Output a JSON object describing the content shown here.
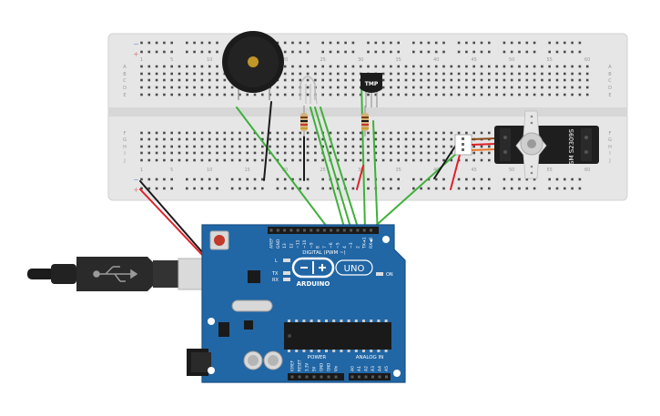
{
  "breadboard": {
    "column_labels": [
      "1",
      "5",
      "10",
      "15",
      "20",
      "25",
      "30",
      "35",
      "40",
      "45",
      "50",
      "55",
      "60"
    ],
    "row_labels_top": [
      "A",
      "B",
      "C",
      "D",
      "E"
    ],
    "row_labels_bottom": [
      "F",
      "G",
      "H",
      "I",
      "J"
    ],
    "rail_minus": "−",
    "rail_plus": "+"
  },
  "sensor": {
    "label": "TMP"
  },
  "servo": {
    "label": "SM S2309S"
  },
  "arduino": {
    "logo_text": "ARDUINO",
    "uno_text": "UNO",
    "digital_label": "DIGITAL (PWM ~)",
    "power_label": "POWER",
    "analog_label": "ANALOG IN",
    "on_label": "ON",
    "led_l": "L",
    "led_tx": "TX",
    "led_rx": "RX",
    "digital_pins": [
      "AREF",
      "GND",
      "13",
      "12",
      "~11",
      "~10",
      "~9",
      "8",
      "7",
      "~6",
      "~5",
      "4",
      "~3",
      "2",
      "TX➜1",
      "RX◀0"
    ],
    "power_pins": [
      "IOREF",
      "RESET",
      "3.3V",
      "5V",
      "GND",
      "GND",
      "Vin"
    ],
    "analog_pins": [
      "A0",
      "A1",
      "A2",
      "A3",
      "A4",
      "A5"
    ]
  },
  "colors": {
    "board_blue": "#2166a5",
    "breadboard": "#e6e6e6",
    "wire_green": "#3fb03a",
    "wire_red": "#e0202a",
    "wire_black": "#1a1a1a"
  }
}
